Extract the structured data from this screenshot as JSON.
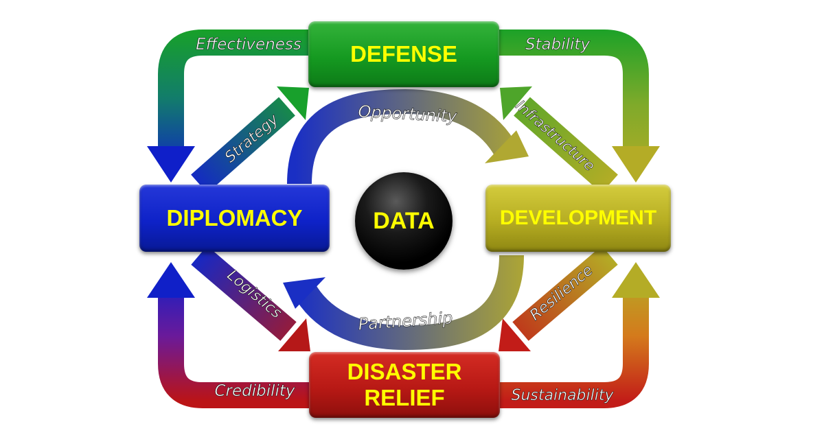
{
  "nodes": {
    "defense": "DEFENSE",
    "diplomacy": "DIPLOMACY",
    "development": "DEVELOPMENT",
    "disaster_relief": [
      "DISASTER",
      "RELIEF"
    ],
    "data": "DATA"
  },
  "outer_labels": {
    "effectiveness": "Effectiveness",
    "stability": "Stability",
    "credibility": "Credibility",
    "sustainability": "Sustainability"
  },
  "diagonal_labels": {
    "strategy": "Strategy",
    "infrastructure": "Infrastructure",
    "logistics": "Logistics",
    "resilience": "Resilience"
  },
  "inner_labels": {
    "opportunity": "Opportunity",
    "partnership": "Partnership"
  },
  "colors": {
    "defense": "#16a01f",
    "diplomacy": "#0e22c8",
    "development": "#b6ad22",
    "disaster_relief": "#b81915",
    "text": "#ffff00",
    "data": "#000000"
  }
}
